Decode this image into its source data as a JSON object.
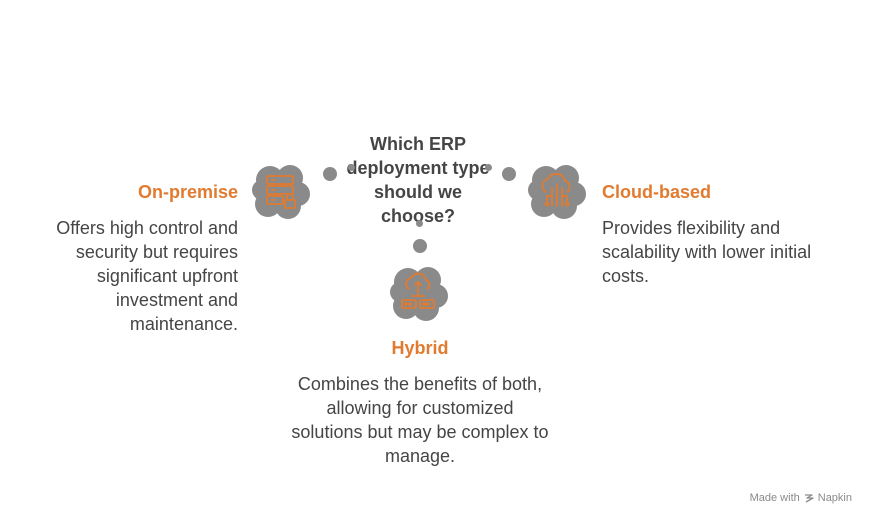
{
  "question": "Which ERP deployment type should we choose?",
  "options": [
    {
      "title": "On-premise",
      "description": "Offers high control and security but requires significant upfront investment and maintenance.",
      "icon": "server-lock-icon"
    },
    {
      "title": "Cloud-based",
      "description": "Provides flexibility and scalability with lower initial costs.",
      "icon": "cloud-network-icon"
    },
    {
      "title": "Hybrid",
      "description": "Combines the benefits of both, allowing for customized solutions but may be complex to manage.",
      "icon": "cloud-server-icon"
    }
  ],
  "colors": {
    "accent": "#E07B30",
    "text": "#454545",
    "blob": "#8a8a8a"
  },
  "footer": {
    "made_with": "Made with",
    "brand": "Napkin",
    "icon": "napkin-icon"
  }
}
